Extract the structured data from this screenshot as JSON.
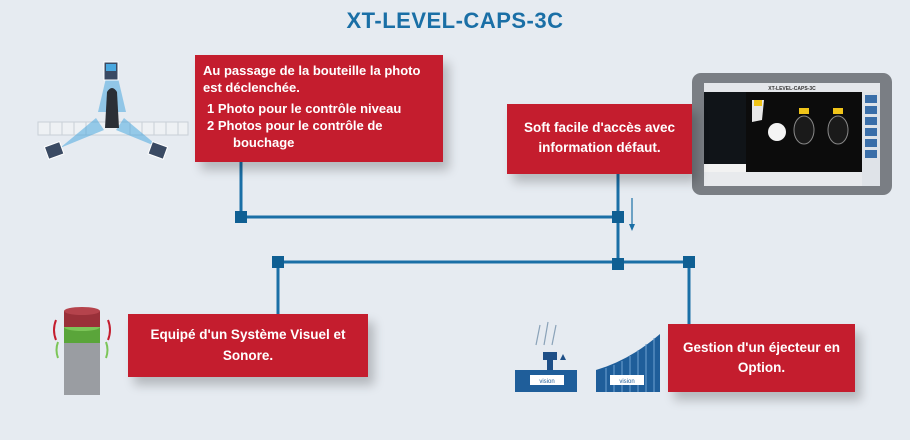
{
  "title": "XT-LEVEL-CAPS-3C",
  "box_capture": {
    "intro": "Au passage de la bouteille la photo est déclenchée.",
    "item1": "1 Photo pour le contrôle niveau",
    "item2a": "2 Photos pour le contrôle de",
    "item2b": "bouchage"
  },
  "box_software": {
    "text": "Soft facile d'accès avec information défaut."
  },
  "box_signal": {
    "text": "Equipé d'un Système Visuel et Sonore."
  },
  "box_ejector": {
    "text": "Gestion d'un éjecteur en Option."
  },
  "screen": {
    "title": "XT-LEVEL-CAPS-3C"
  },
  "ejector_brand": "vision",
  "colors": {
    "title": "#1a6fa6",
    "box": "#c41d2e",
    "line": "#1a6fa6",
    "node": "#0f5f93",
    "background": "#e6ebf1"
  }
}
